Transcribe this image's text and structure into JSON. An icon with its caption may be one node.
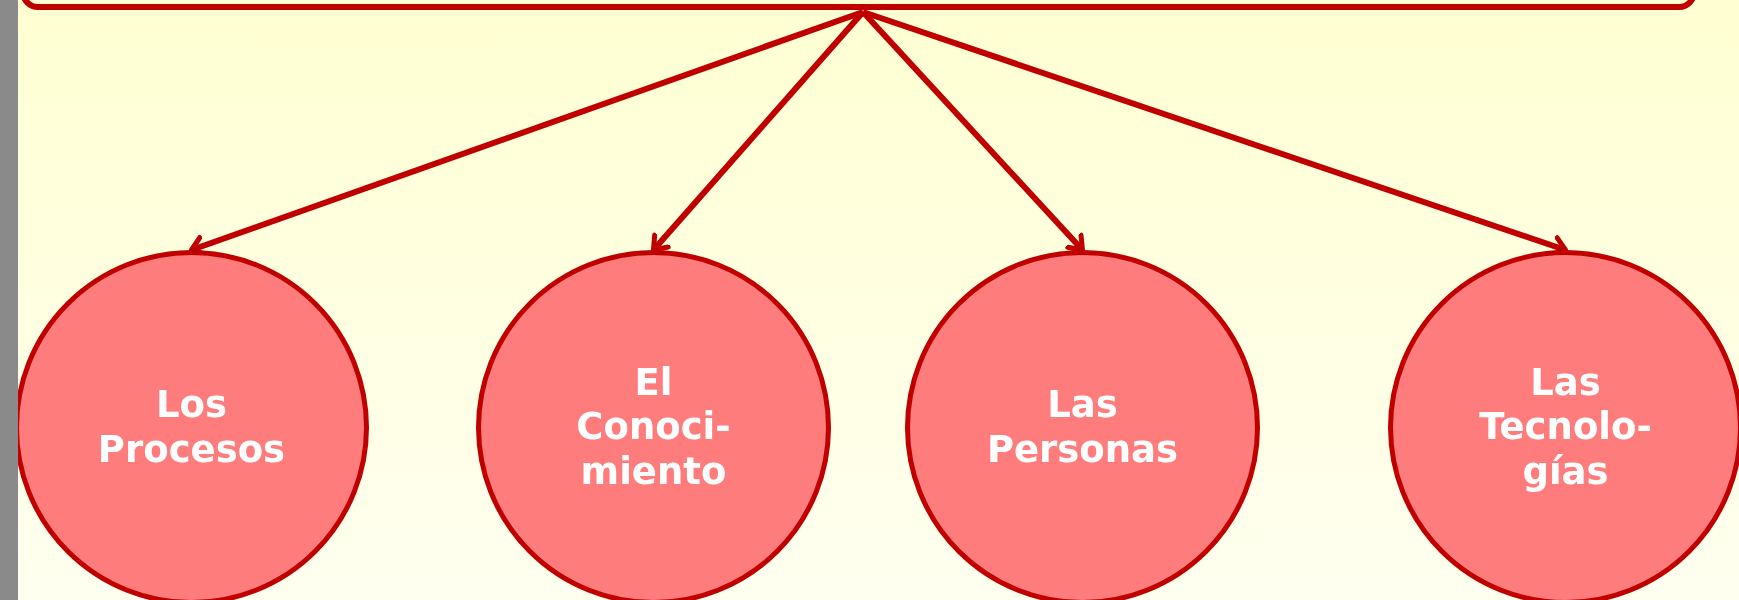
{
  "diagram": {
    "nodes": [
      {
        "text": [],
        "shape": "box"
      },
      {
        "text": [
          "Los Procesos"
        ]
      },
      {
        "text": [
          "El Conoci- miento"
        ]
      },
      {
        "text": [
          "Las Personas"
        ]
      },
      {
        "text": [
          "Las Tecnolo- gías"
        ]
      },
      {
        "text": [],
        "shape": "bar"
      }
    ],
    "edges": [
      {
        "from": 0,
        "to": 1,
        "arrow": "to"
      },
      {
        "from": 0,
        "to": 2,
        "arrow": "to"
      },
      {
        "from": 0,
        "to": 3,
        "arrow": "to"
      },
      {
        "from": 0,
        "to": 4,
        "arrow": "to"
      }
    ]
  }
}
